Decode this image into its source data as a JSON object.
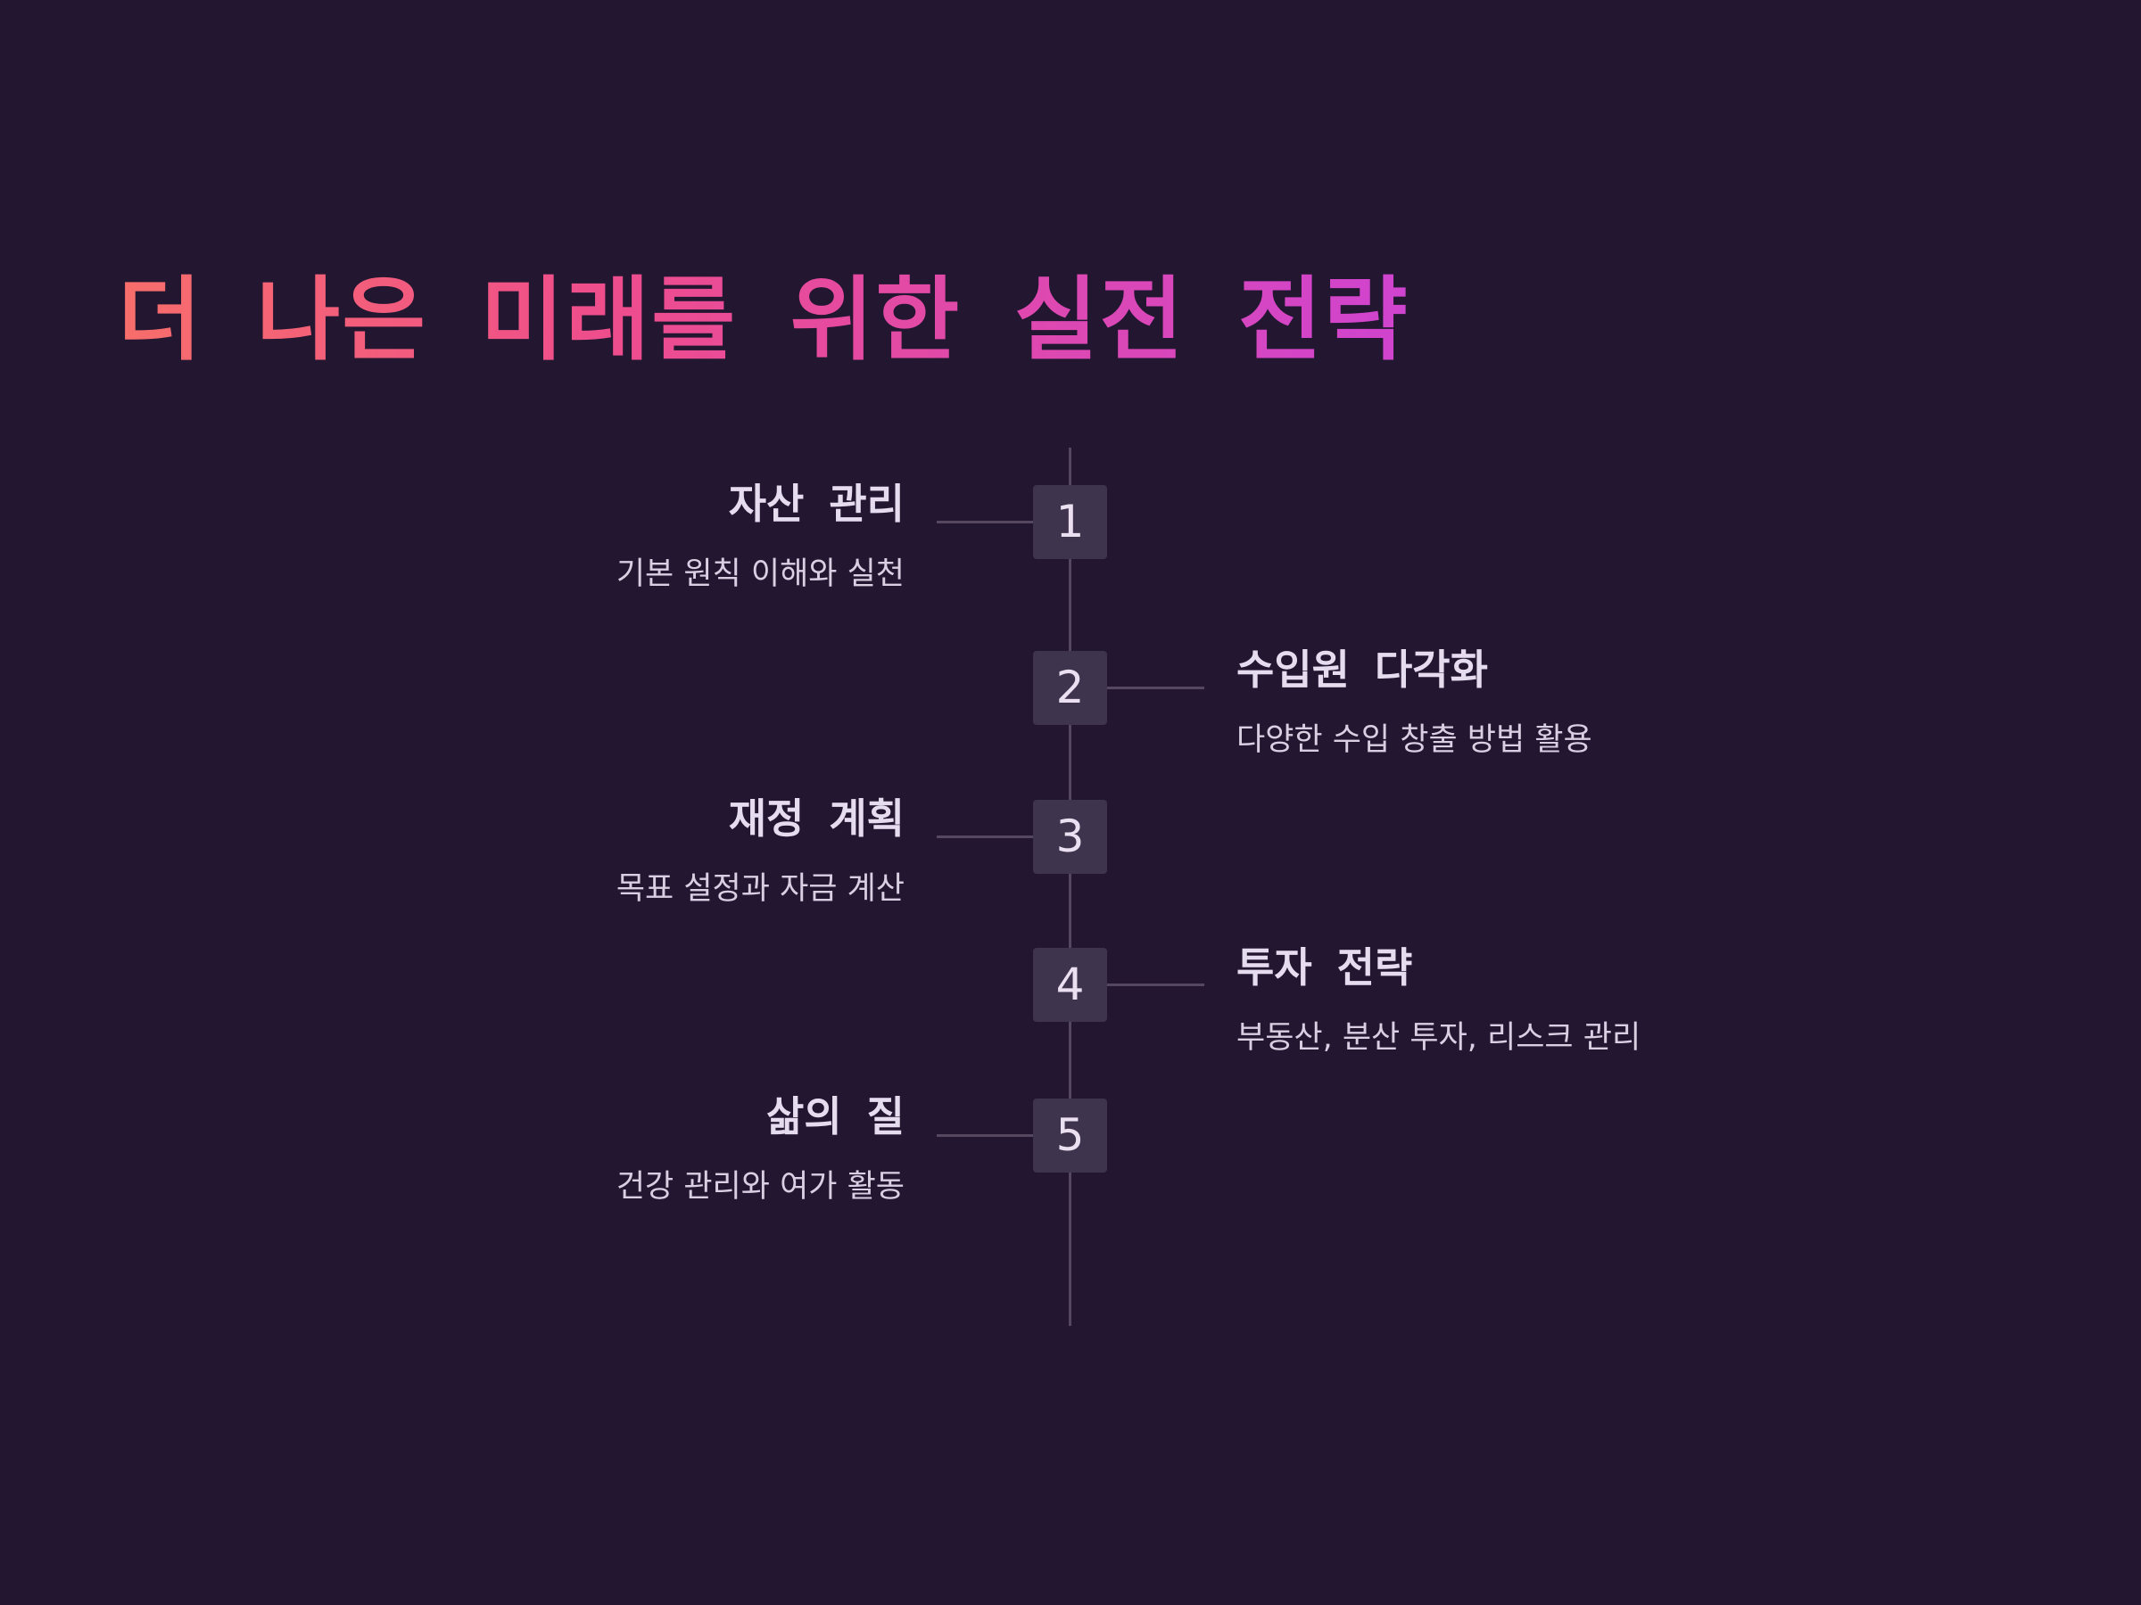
{
  "title": "더 나은 미래를 위한 실전 전략",
  "colors": {
    "background": "#231631",
    "title_gradient": [
      "#f76e6b",
      "#ee4d8c",
      "#cf44cf"
    ],
    "step_box": "#3f344d",
    "line": "#55475f",
    "text": "#e6dcef"
  },
  "steps": [
    {
      "number": "1",
      "side": "left",
      "title": "자산 관리",
      "description": "기본 원칙 이해와 실천"
    },
    {
      "number": "2",
      "side": "right",
      "title": "수입원 다각화",
      "description": "다양한 수입 창출 방법 활용"
    },
    {
      "number": "3",
      "side": "left",
      "title": "재정 계획",
      "description": "목표 설정과 자금 계산"
    },
    {
      "number": "4",
      "side": "right",
      "title": "투자 전략",
      "description": "부동산, 분산 투자, 리스크 관리"
    },
    {
      "number": "5",
      "side": "left",
      "title": "삶의 질",
      "description": "건강 관리와 여가 활동"
    }
  ]
}
